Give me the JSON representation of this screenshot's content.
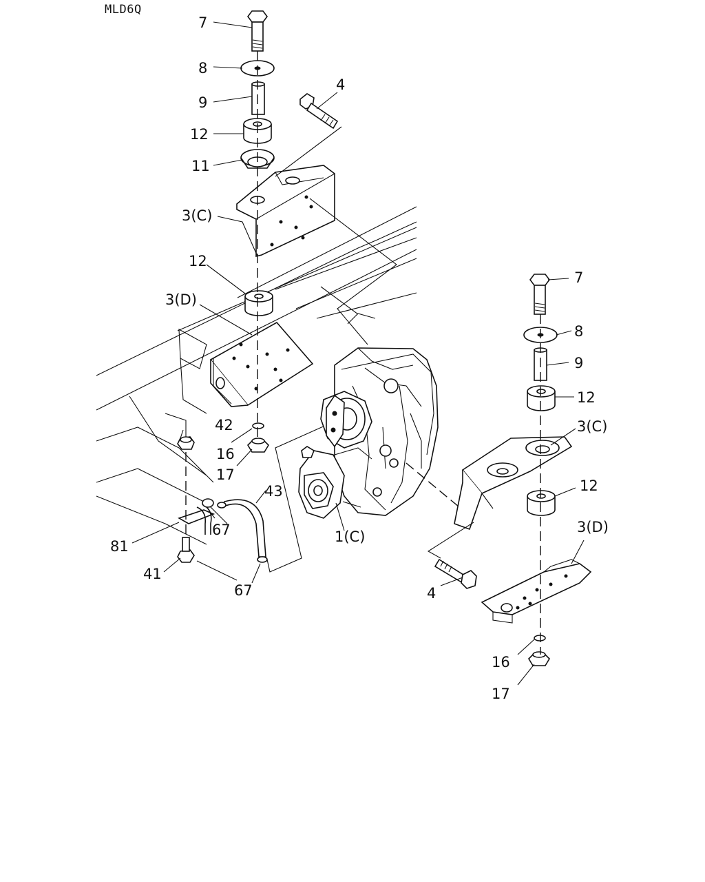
{
  "diagram_code": "MLD6Q",
  "callouts": [
    {
      "id": "c7a",
      "text": "7"
    },
    {
      "id": "c8a",
      "text": "8"
    },
    {
      "id": "c9a",
      "text": "9"
    },
    {
      "id": "c4a",
      "text": "4"
    },
    {
      "id": "c12a",
      "text": "12"
    },
    {
      "id": "c11a",
      "text": "11"
    },
    {
      "id": "c3ca",
      "text": "3(C)"
    },
    {
      "id": "c12b",
      "text": "12"
    },
    {
      "id": "c3da",
      "text": "3(D)"
    },
    {
      "id": "c42",
      "text": "42"
    },
    {
      "id": "c16a",
      "text": "16"
    },
    {
      "id": "c17a",
      "text": "17"
    },
    {
      "id": "c43",
      "text": "43"
    },
    {
      "id": "c67a",
      "text": "67"
    },
    {
      "id": "c81",
      "text": "81"
    },
    {
      "id": "c41",
      "text": "41"
    },
    {
      "id": "c67b",
      "text": "67"
    },
    {
      "id": "c1c",
      "text": "1(C)"
    },
    {
      "id": "c7b",
      "text": "7"
    },
    {
      "id": "c8b",
      "text": "8"
    },
    {
      "id": "c9b",
      "text": "9"
    },
    {
      "id": "c12c",
      "text": "12"
    },
    {
      "id": "c3cb",
      "text": "3(C)"
    },
    {
      "id": "c12d",
      "text": "12"
    },
    {
      "id": "c3db",
      "text": "3(D)"
    },
    {
      "id": "c4b",
      "text": "4"
    },
    {
      "id": "c16b",
      "text": "16"
    },
    {
      "id": "c17b",
      "text": "17"
    }
  ]
}
